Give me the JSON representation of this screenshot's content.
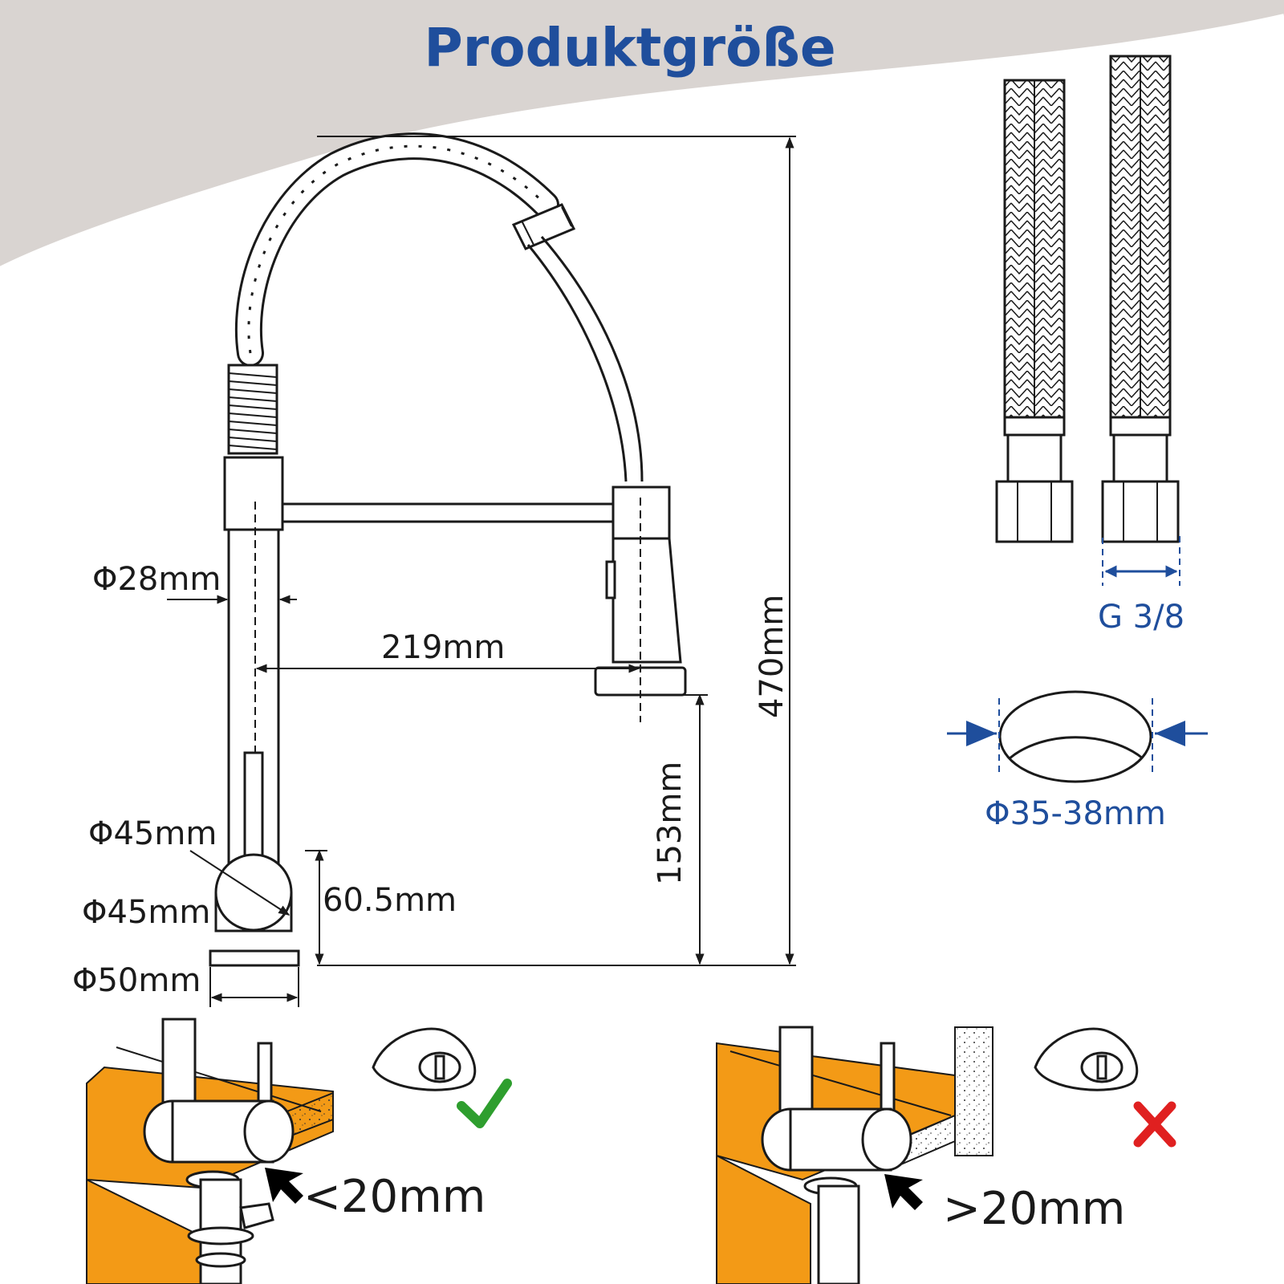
{
  "header": {
    "title": "Produktgröße"
  },
  "faucet_dimensions": {
    "spout_diameter": "Φ28mm",
    "reach": "219mm",
    "total_height": "470mm",
    "spout_clearance": "153mm",
    "handle_diameter": "Φ45mm",
    "body_diameter": "Φ45mm",
    "base_height": "60.5mm",
    "base_diameter": "Φ50mm"
  },
  "hoses": {
    "thread": "G 3/8"
  },
  "mounting_hole": {
    "diameter": "Φ35-38mm"
  },
  "installation": {
    "good": {
      "label": "<20mm",
      "mark": "check-icon",
      "mark_color": "#2e9e2e"
    },
    "bad": {
      "label": ">20mm",
      "mark": "cross-icon",
      "mark_color": "#e02020"
    }
  },
  "colors": {
    "accent": "#1f4e9c",
    "countertop": "#f39a16",
    "header_band": "#d9d4d1"
  }
}
